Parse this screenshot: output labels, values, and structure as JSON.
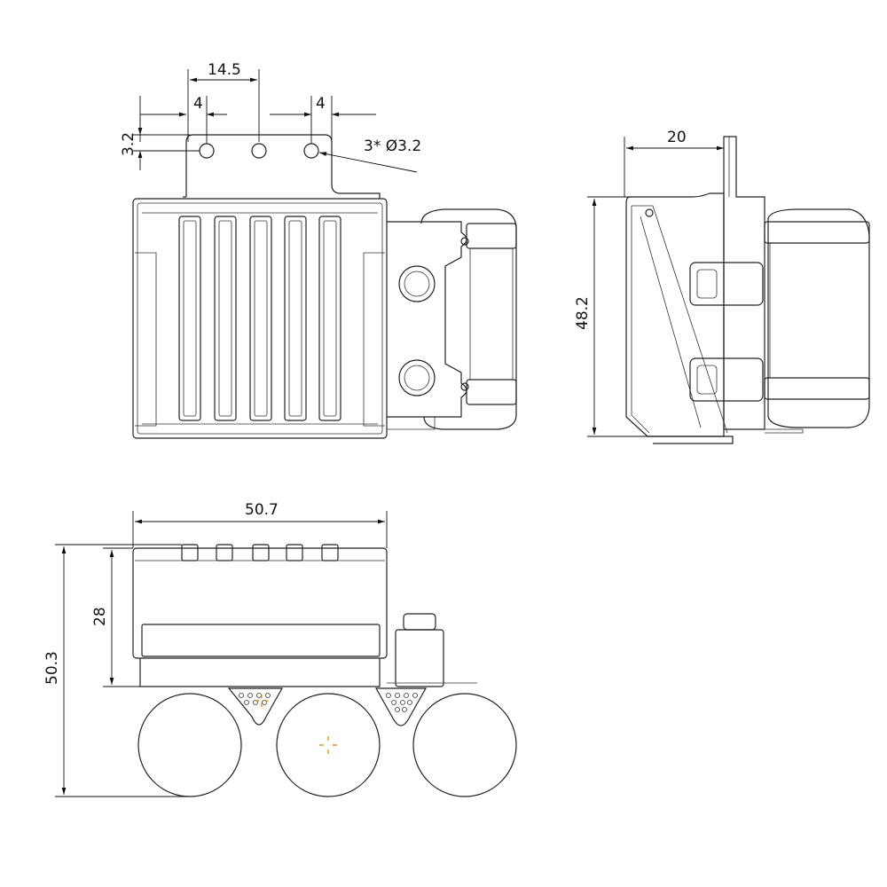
{
  "dimensions": {
    "pitch": "14.5",
    "edge_left": "4",
    "edge_right": "4",
    "hole_offset": "3.2",
    "hole_callout": "3* Ø3.2",
    "depth": "20",
    "side_height": "48.2",
    "width": "50.7",
    "body_height": "28",
    "total_height": "50.3"
  },
  "colors": {
    "line": "#222222",
    "center_mark": "#e8921c"
  },
  "icons": {
    "center_mark": "crosshair-icon"
  }
}
